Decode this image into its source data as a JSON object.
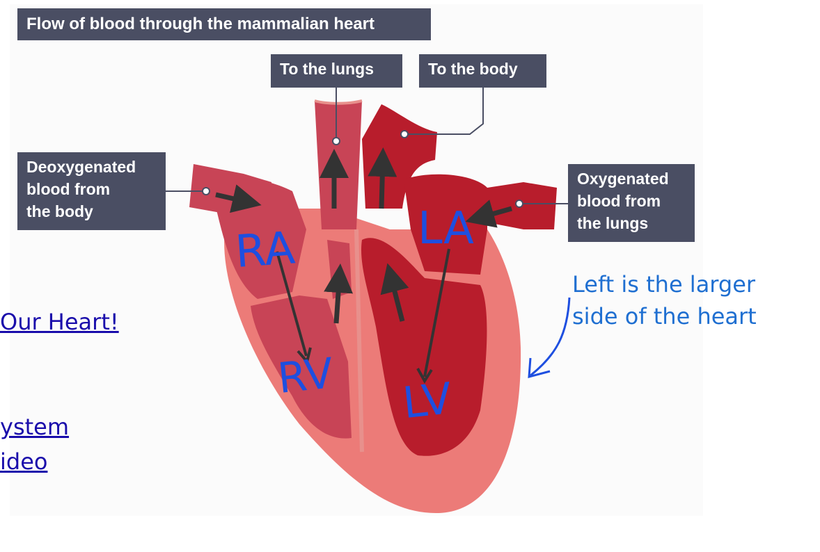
{
  "diagram": {
    "title": "Flow of blood through the mammalian heart",
    "labels": {
      "to_lungs": "To the lungs",
      "to_body": "To the body",
      "deoxygenated": "Deoxygenated\nblood from\nthe body",
      "oxygenated": "Oxygenated\nblood from\nthe lungs"
    },
    "colors": {
      "label_bg": "#4a4e63",
      "heart_outer": "#ec7b78",
      "deoxy_chamber": "#c84456",
      "oxy_chamber": "#b81d2c",
      "arrow": "#333333",
      "ink": "#1e4fe0"
    }
  },
  "annotations": {
    "chambers": {
      "ra": "RA",
      "rv": "RV",
      "la": "LA",
      "lv": "LV"
    },
    "note": "Left is the larger\nside of the heart"
  },
  "links": [
    {
      "text": "Our Heart!"
    },
    {
      "text": "ystem"
    },
    {
      "text": "ideo"
    }
  ]
}
